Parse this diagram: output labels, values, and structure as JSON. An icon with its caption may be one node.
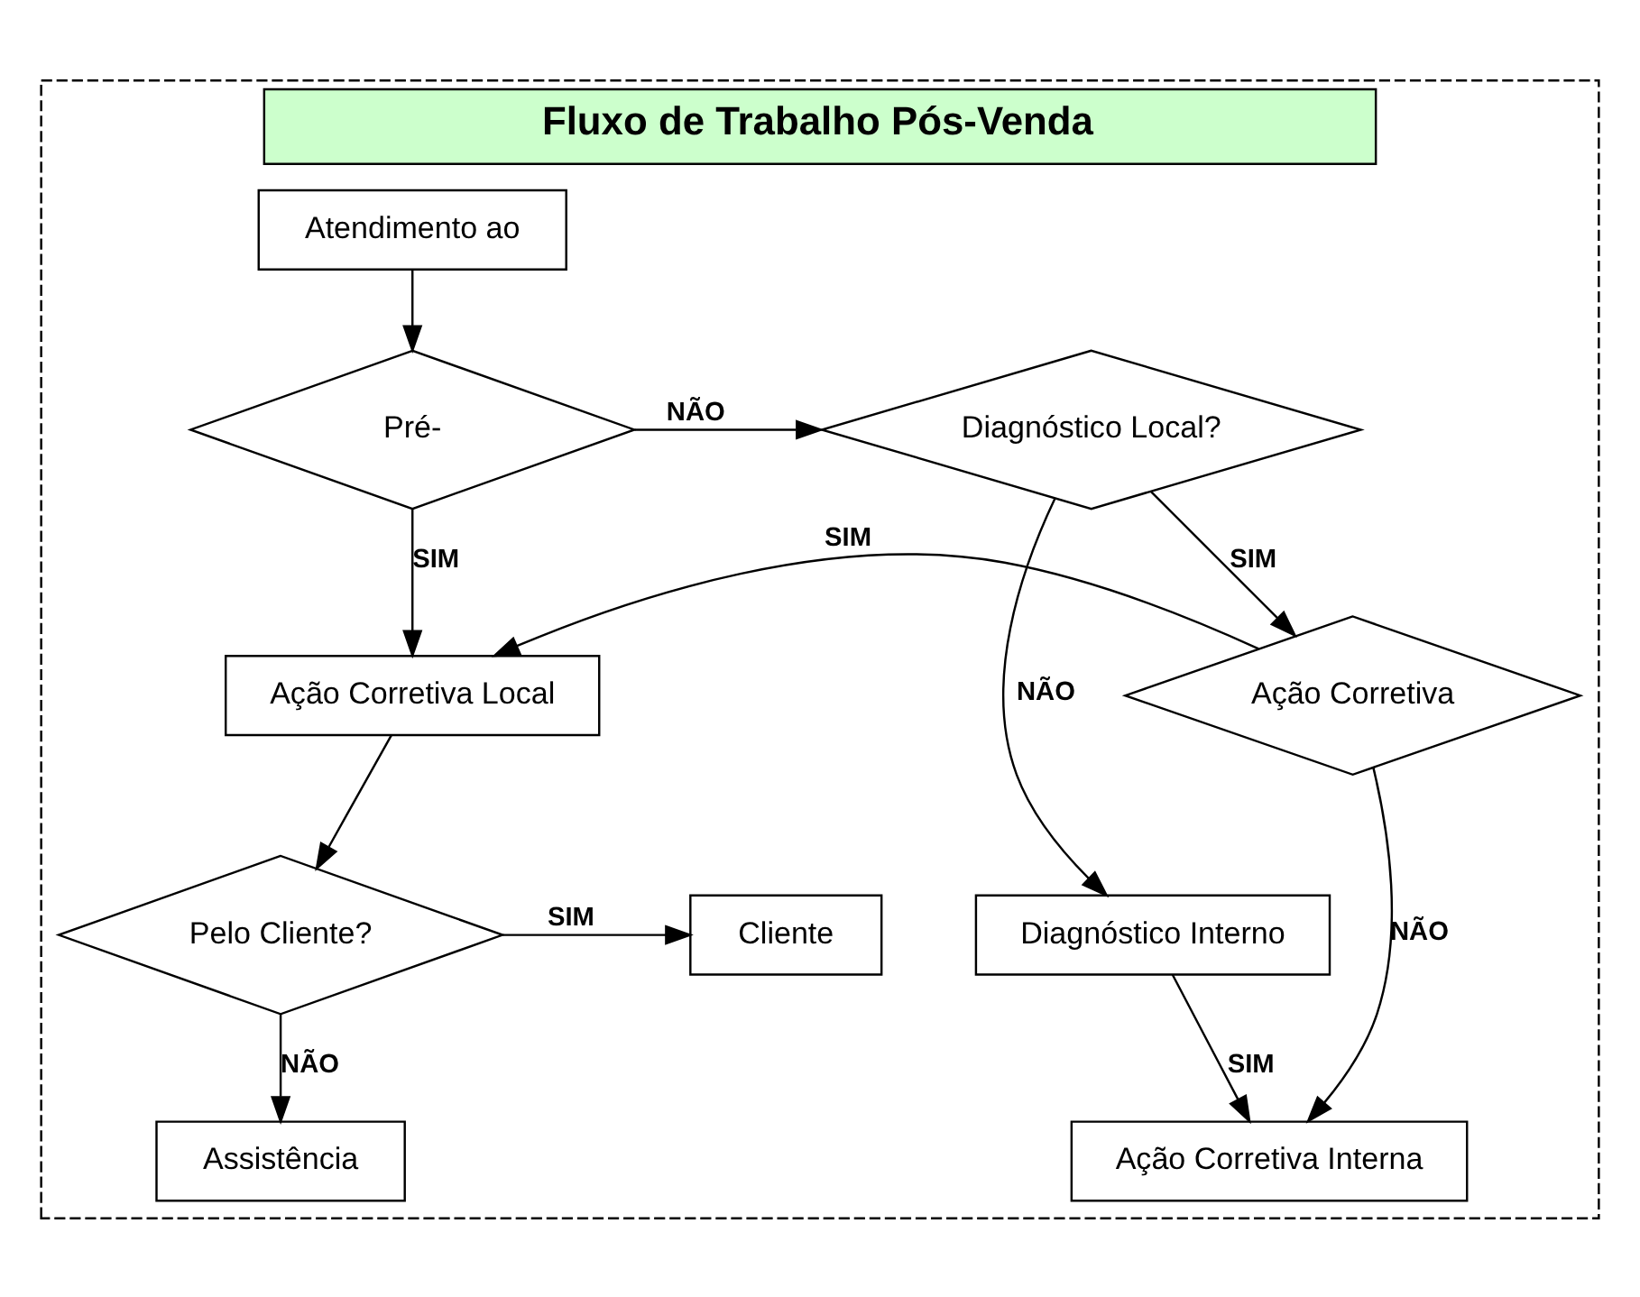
{
  "diagram": {
    "nodes": [
      {
        "text": [
          "Fluxo de Trabalho Pós-Venda"
        ]
      },
      {
        "text": [
          "Atendimento ao"
        ],
        "in": 0
      },
      {
        "text": [
          "Pré-"
        ],
        "in": 0
      },
      {
        "text": [
          "Diagnóstico Local?"
        ],
        "in": 0
      },
      {
        "text": [
          "Ação Corretiva"
        ],
        "in": 0
      },
      {
        "text": [
          "Ação Corretiva Local"
        ],
        "in": 0
      },
      {
        "text": [
          "Pelo Cliente?"
        ],
        "in": 0
      },
      {
        "text": [
          "Cliente"
        ],
        "in": 0
      },
      {
        "text": [
          "Diagnóstico Interno"
        ],
        "in": 0
      },
      {
        "text": [
          "Ação Corretiva Interna"
        ],
        "in": 0
      },
      {
        "text": [
          "Assistência"
        ],
        "in": 0
      }
    ],
    "edges": [
      {
        "from": 1,
        "to": 2,
        "arrow": "to"
      },
      {
        "from": 2,
        "to": 3,
        "arrow": "to",
        "label": "NÃO"
      },
      {
        "from": 2,
        "to": 5,
        "arrow": "to",
        "label": "SIM"
      },
      {
        "from": 3,
        "to": 4,
        "arrow": "to",
        "label": "SIM"
      },
      {
        "from": 4,
        "to": 5,
        "arrow": "to",
        "label": "SIM"
      },
      {
        "from": 3,
        "to": 8,
        "arrow": "to",
        "label": "NÃO"
      },
      {
        "from": 4,
        "to": 9,
        "arrow": "to",
        "label": "NÃO"
      },
      {
        "from": 8,
        "to": 9,
        "arrow": "to",
        "label": "SIM"
      },
      {
        "from": 5,
        "to": 6,
        "arrow": "to"
      },
      {
        "from": 6,
        "to": 7,
        "arrow": "to",
        "label": "SIM"
      },
      {
        "from": 6,
        "to": 10,
        "arrow": "to",
        "label": "NÃO"
      }
    ]
  }
}
